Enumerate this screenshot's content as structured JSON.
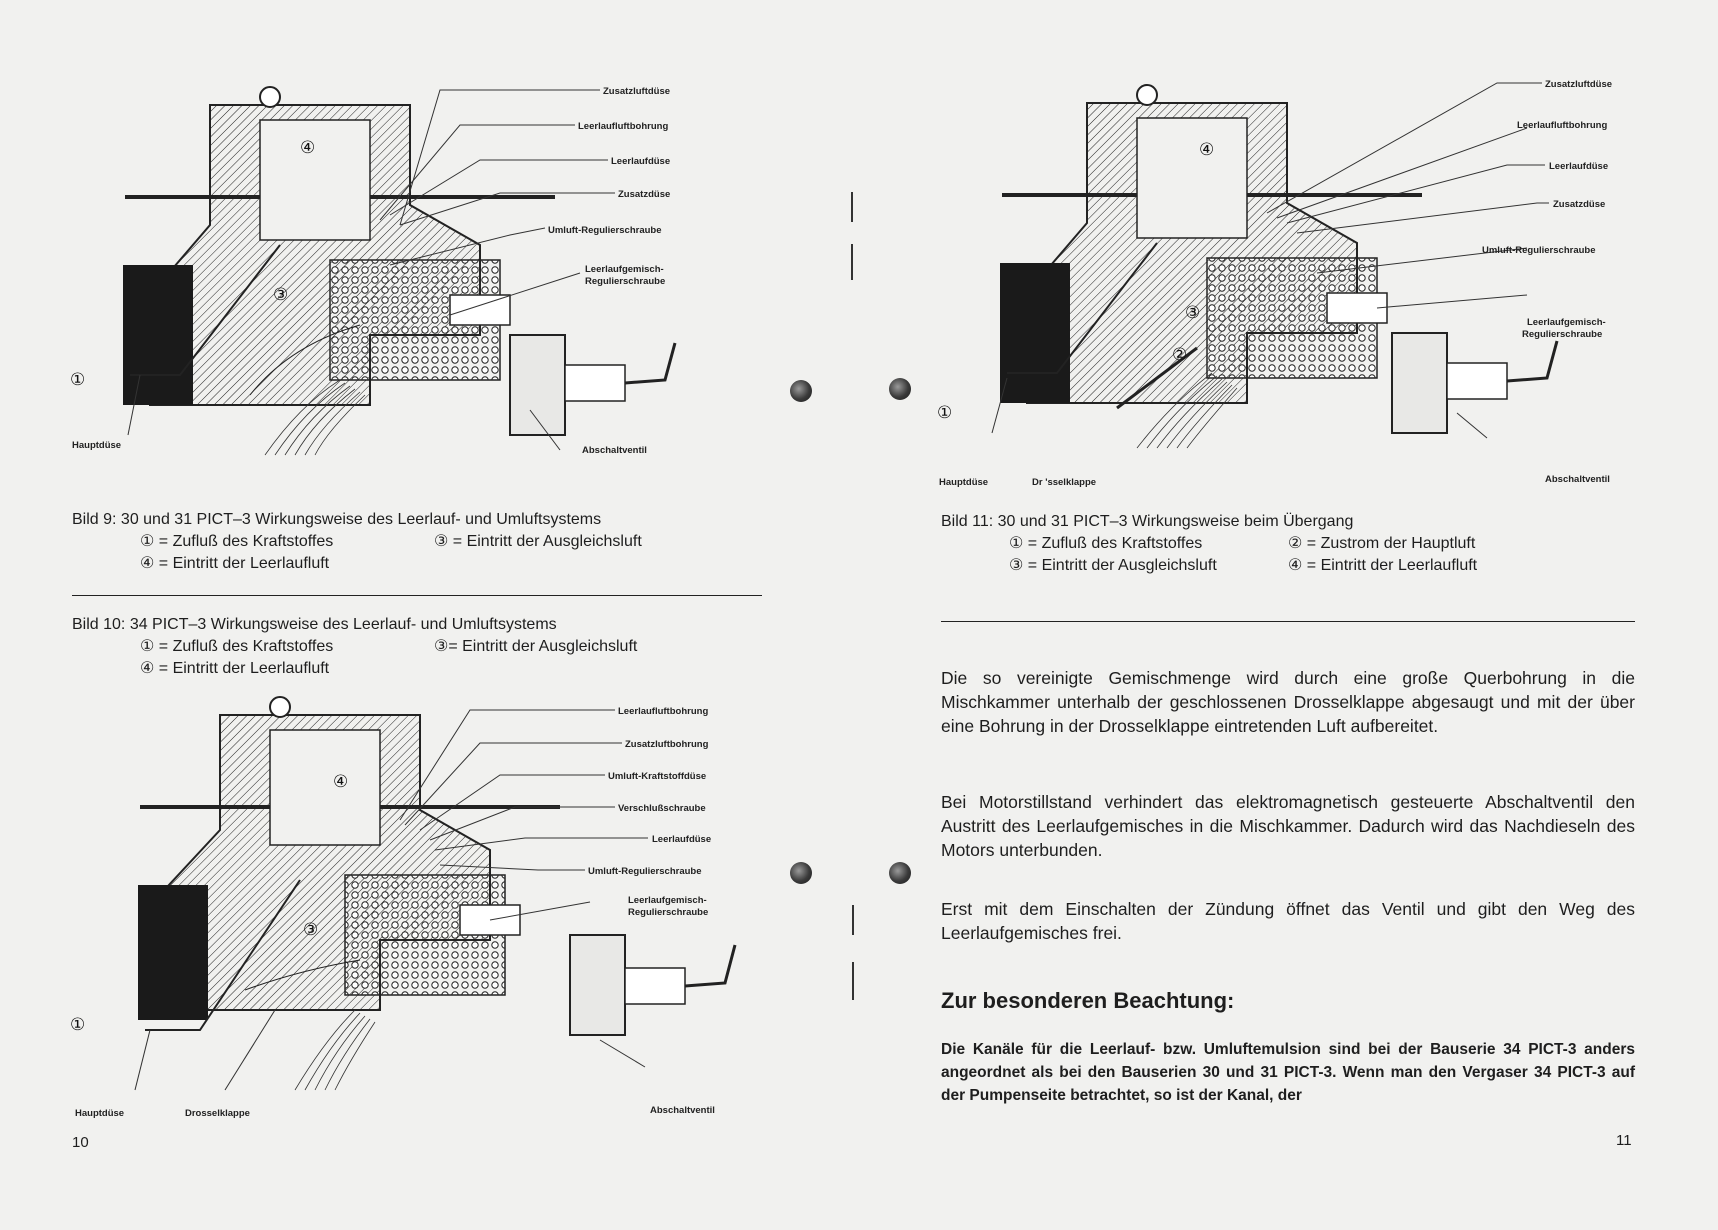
{
  "fig9": {
    "labels": [
      "Zusatzluftdüse",
      "Leerlaufluftbohrung",
      "Leerlaufdüse",
      "Zusatzdüse",
      "Umluft-Regulierschraube",
      "Leerlaufgemisch-",
      "Regulierschraube",
      "Hauptdüse",
      "Abschaltventil"
    ],
    "numbers": [
      "①",
      "③",
      "④"
    ],
    "caption": {
      "title": "Bild 9:  30 und 31 PICT–3  Wirkungsweise des Leerlauf- und Umluftsystems",
      "item1": "① = Zufluß des Kraftstoffes",
      "item3": "③ = Eintritt der Ausgleichsluft",
      "item4": "④ = Eintritt der Leerlaufluft"
    }
  },
  "fig10": {
    "labels": [
      "Leerlaufluftbohrung",
      "Zusatzluftbohrung",
      "Umluft-Kraftstoffdüse",
      "Verschlußschraube",
      "Leerlaufdüse",
      "Umluft-Regulierschraube",
      "Leerlaufgemisch-",
      "Regulierschraube",
      "Hauptdüse",
      "Drosselklappe",
      "Abschaltventil"
    ],
    "numbers": [
      "①",
      "③",
      "④"
    ],
    "caption": {
      "title": "Bild 10: 34 PICT–3          Wirkungsweise des Leerlauf- und Umluftsystems",
      "item1": "① = Zufluß des Kraftstoffes",
      "item3": "③= Eintritt der Ausgleichsluft",
      "item4": "④ = Eintritt der Leerlaufluft"
    }
  },
  "fig11": {
    "labels": [
      "Zusatzluftdüse",
      "Leerlaufluftbohrung",
      "Leerlaufdüse",
      "Zusatzdüse",
      "Umluft-Regulierschraube",
      "Leerlaufgemisch-",
      "Regulierschraube",
      "Hauptdüse",
      "Dr 'sselklappe",
      "Abschaltventil"
    ],
    "numbers": [
      "①",
      "②",
      "③",
      "④"
    ],
    "caption": {
      "title": "Bild 11:  30 und 31 PICT–3          Wirkungsweise beim Übergang",
      "item1": "① = Zufluß des Kraftstoffes",
      "item2": "② = Zustrom der Hauptluft",
      "item3": "③ = Eintritt der Ausgleichsluft",
      "item4": "④ = Eintritt der Leerlaufluft"
    }
  },
  "text": {
    "para1": "Die so vereinigte Gemischmenge wird durch eine große Querbohrung in die Mischkammer unterhalb der geschlossenen Drosselklappe abgesaugt und mit der über eine Bohrung in der Drosselklappe eintretenden Luft aufbereitet.",
    "para2": "Bei Motorstillstand verhindert das elektromagnetisch gesteuerte Abschaltventil den Austritt des Leerlaufgemisches in die Mischkammer. Dadurch wird das Nachdieseln des Motors unterbunden.",
    "para3": "Erst mit dem Einschalten der Zündung öffnet das Ventil und gibt den Weg des Leerlaufgemisches frei.",
    "heading": "Zur besonderen Beachtung:",
    "para4": "Die Kanäle für die Leerlauf- bzw. Umluftemulsion sind bei der Bauserie 34 PICT-3 anders angeordnet als bei den Bauserien 30 und 31 PICT-3. Wenn man den Vergaser 34 PICT-3 auf der Pumpenseite betrachtet, so ist der Kanal, der"
  },
  "page_numbers": {
    "left": "10",
    "right": "11"
  }
}
